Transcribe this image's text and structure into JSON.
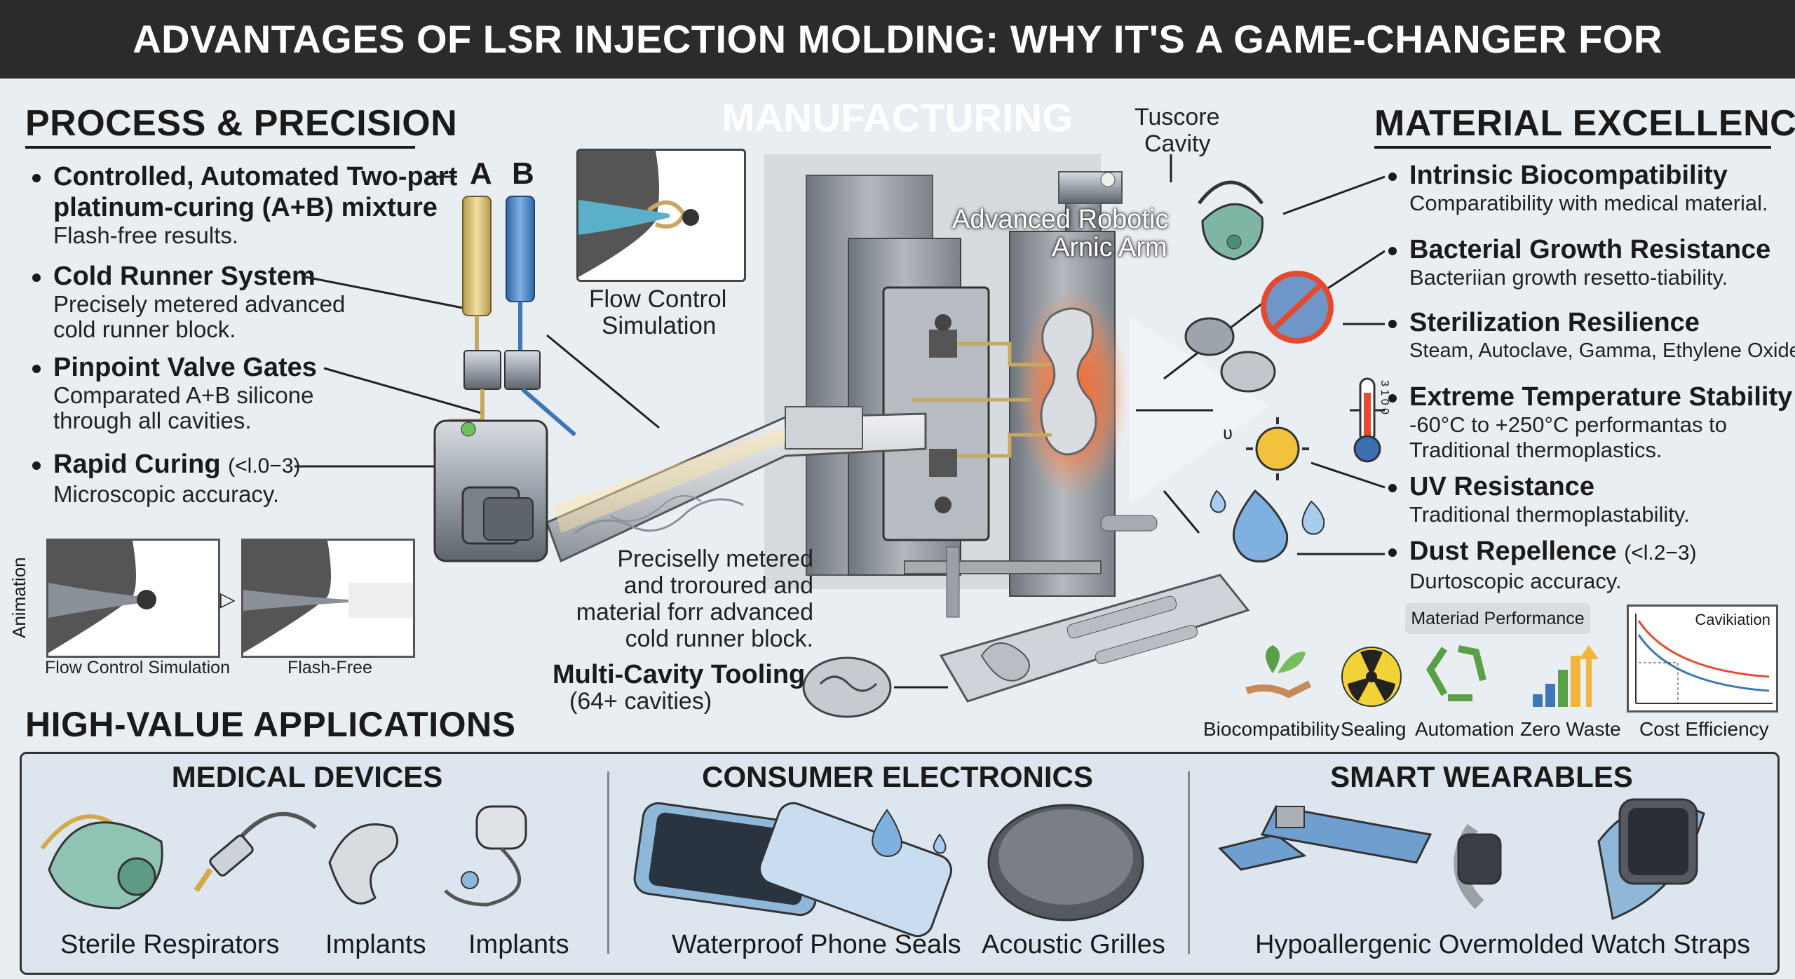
{
  "header": {
    "title": "ADVANTAGES OF LSR INJECTION MOLDING: WHY IT'S A GAME-CHANGER FOR MANUFACTURING"
  },
  "process": {
    "title": "PROCESS & PRECISION",
    "items": [
      {
        "head": "Controlled, Automated Two-part",
        "head2": "platinum-curing (A+B) mixture",
        "sub": "Flash-free results."
      },
      {
        "head": "Cold Runner System",
        "sub": "Precisely metered advanced",
        "sub2": "cold runner block."
      },
      {
        "head": "Pinpoint Valve Gates",
        "sub": "Comparated A+B silicone",
        "sub2": "through all cavities."
      },
      {
        "head": "Rapid Curing",
        "head_note": "(<l.0−3)",
        "sub": "Microscopic accuracy."
      }
    ],
    "cartridge_labels": [
      "A",
      "B"
    ]
  },
  "diagram": {
    "flow_sim_caption": [
      "Flow Control",
      "Simulation"
    ],
    "tuscore_label": [
      "Tuscore",
      "Cavity"
    ],
    "robotic_arm_label": [
      "Advanced Robotic",
      "Arnic Arm"
    ],
    "metered_text": [
      "Preciselly metered",
      "and troroured and",
      "material forr advanced",
      "cold runner block."
    ],
    "multi_cavity": [
      "Multi-Cavity Tooling",
      "(64+ cavities)"
    ],
    "animation_label": "Animation",
    "anim_frames": [
      "Flow Control Simulation",
      "Flash-Free"
    ],
    "thermometer_ticks": "3 1 0 0",
    "sun_mark": "ʋ"
  },
  "material": {
    "title": "MATERIAL EXCELLENCE",
    "items": [
      {
        "head": "Intrinsic Biocompatibility",
        "sub": "Comparatibility with medical material."
      },
      {
        "head": "Bacterial Growth Resistance",
        "sub": "Bacteriian growth resetto-tiability."
      },
      {
        "head": "Sterilization Resilience",
        "sub": "Steam, Autoclave, Gamma, Ethylene Oxide"
      },
      {
        "head": "Extreme Temperature Stability",
        "sub": "-60°C to +250°C performantas to",
        "sub2": "Traditional thermoplastics."
      },
      {
        "head": "UV Resistance",
        "sub": "Traditional thermoplastability."
      },
      {
        "head": "Dust Repellence",
        "head_note": "(<l.2−3)",
        "sub": "Durtoscopic accuracy."
      }
    ]
  },
  "performance": {
    "badge": "Materiad Performance",
    "icons": [
      "Biocompatibility",
      "Sealing",
      "Automation",
      "Zero Waste"
    ],
    "cost_chart_title": "Cavikiation",
    "cost_label": "Cost Efficiency"
  },
  "applications": {
    "title": "HIGH-VALUE APPLICATIONS",
    "groups": [
      {
        "title": "MEDICAL DEVICES",
        "labels": [
          "Sterile Respirators",
          "Implants",
          "Implants"
        ]
      },
      {
        "title": "CONSUMER ELECTRONICS",
        "labels": [
          "Waterproof Phone Seals",
          "Acoustic Grilles"
        ]
      },
      {
        "title": "SMART WEARABLES",
        "labels": [
          "Hypoallergenic Overmolded Watch Straps"
        ]
      }
    ]
  },
  "colors": {
    "header_bg": "#2b2b2b",
    "accent_red": "#e64a2e",
    "silicone_blue": "#8fb7d9",
    "page_bg": "#e9eef3"
  }
}
